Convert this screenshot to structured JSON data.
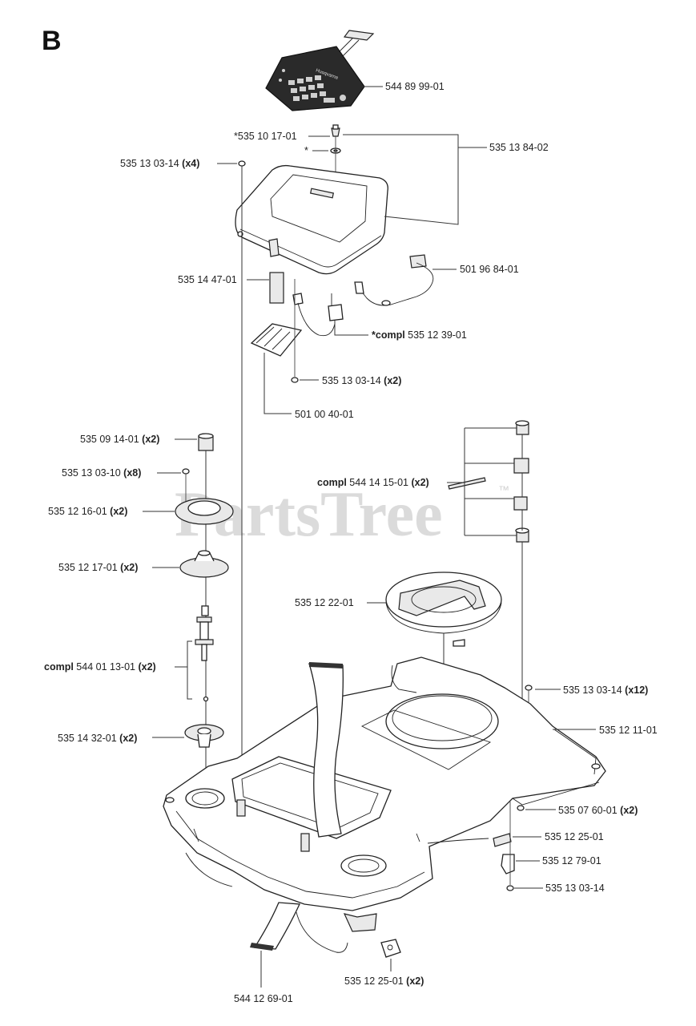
{
  "section_letter": "B",
  "watermark": "PartsTree",
  "watermark_tm": "™",
  "keypad_brand": "Husqvarna",
  "labels": [
    {
      "id": "p544899901",
      "num": "544 89 99-01",
      "pre": "",
      "qty": ""
    },
    {
      "id": "p535101701",
      "num": "*535 10 17-01",
      "pre": "",
      "qty": ""
    },
    {
      "id": "pstar",
      "num": "*",
      "pre": "",
      "qty": ""
    },
    {
      "id": "p535138402",
      "num": "535 13 84-02",
      "pre": "",
      "qty": ""
    },
    {
      "id": "p535130314a",
      "num": "535 13 03-14 ",
      "pre": "",
      "qty": "(x4)"
    },
    {
      "id": "p501968401",
      "num": "501 96 84-01",
      "pre": "",
      "qty": ""
    },
    {
      "id": "p535144701",
      "num": "535 14 47-01",
      "pre": "",
      "qty": ""
    },
    {
      "id": "p535123901",
      "num": "535 12 39-01",
      "pre": "*compl ",
      "qty": ""
    },
    {
      "id": "p535130314b",
      "num": "535 13 03-14 ",
      "pre": "",
      "qty": "(x2)"
    },
    {
      "id": "p501004001",
      "num": "501 00 40-01",
      "pre": "",
      "qty": ""
    },
    {
      "id": "p535091401",
      "num": "535 09 14-01 ",
      "pre": "",
      "qty": "(x2)"
    },
    {
      "id": "p535130310",
      "num": "535 13 03-10 ",
      "pre": "",
      "qty": "(x8)"
    },
    {
      "id": "p544141501",
      "num": "544 14 15-01 ",
      "pre": "compl ",
      "qty": "(x2)"
    },
    {
      "id": "p535121601",
      "num": "535 12 16-01 ",
      "pre": "",
      "qty": "(x2)"
    },
    {
      "id": "p535121701",
      "num": "535 12 17-01 ",
      "pre": "",
      "qty": "(x2)"
    },
    {
      "id": "p535122201",
      "num": "535 12 22-01",
      "pre": "",
      "qty": ""
    },
    {
      "id": "p544011301",
      "num": "544 01 13-01 ",
      "pre": "compl ",
      "qty": "(x2)"
    },
    {
      "id": "p535130314c",
      "num": "535 13 03-14 ",
      "pre": "",
      "qty": "(x12)"
    },
    {
      "id": "p535121101",
      "num": "535 12 11-01",
      "pre": "",
      "qty": ""
    },
    {
      "id": "p535143201",
      "num": "535 14 32-01 ",
      "pre": "",
      "qty": "(x2)"
    },
    {
      "id": "p535076001",
      "num": "535 07 60-01 ",
      "pre": "",
      "qty": "(x2)"
    },
    {
      "id": "p535122501a",
      "num": "535 12 25-01",
      "pre": "",
      "qty": ""
    },
    {
      "id": "p535127901",
      "num": "535 12 79-01",
      "pre": "",
      "qty": ""
    },
    {
      "id": "p535130314d",
      "num": "535 13 03-14",
      "pre": "",
      "qty": ""
    },
    {
      "id": "p535122501b",
      "num": "535 12 25-01 ",
      "pre": "",
      "qty": "(x2)"
    },
    {
      "id": "p544126901",
      "num": "544 12 69-01",
      "pre": "",
      "qty": ""
    }
  ]
}
